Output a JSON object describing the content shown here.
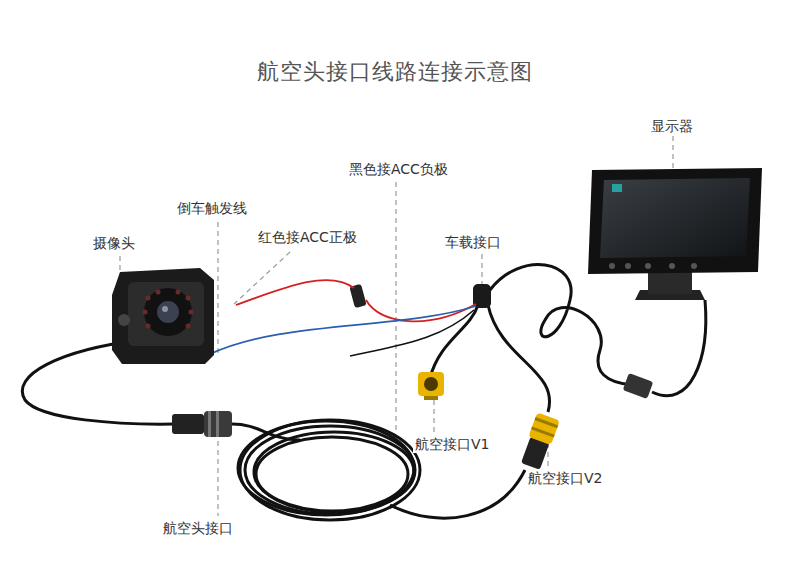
{
  "diagram": {
    "title": "航空头接口线路连接示意图",
    "labels": [
      "显示器",
      "黑色接ACC负极",
      "倒车触发线",
      "红色接ACC正极",
      "车载接口",
      "摄像头",
      "航空接口V1",
      "航空接口V2",
      "航空头接口"
    ]
  }
}
